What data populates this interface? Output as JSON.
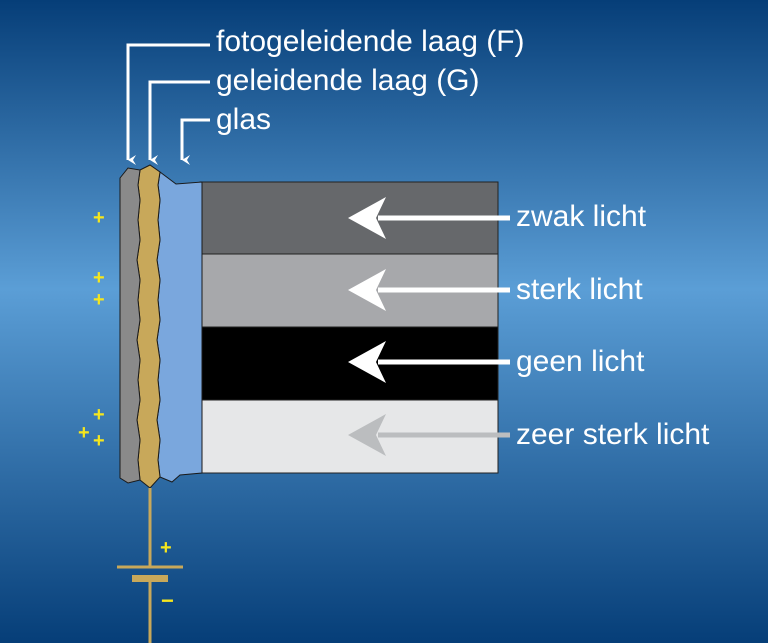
{
  "layer_labels": {
    "photoconductive": "fotogeleidende laag (F)",
    "conductive": "geleidende laag (G)",
    "glass": "glas"
  },
  "light_labels": {
    "weak": "zwak licht",
    "strong": "sterk licht",
    "none": "geen licht",
    "very_strong": "zeer sterk licht"
  },
  "charges": {
    "plus": "+",
    "minus": "−"
  },
  "colors": {
    "background_edge": "#063e78",
    "background_center": "#5b9ed6",
    "layer_photoconductive": "#8a8a8a",
    "layer_conductive": "#c8a85a",
    "layer_glass": "#7aa7dd",
    "band_weak": "#66686b",
    "band_strong": "#a7a8ab",
    "band_none": "#000000",
    "band_very_strong": "#e6e7e8",
    "arrow": "#ffffff",
    "arrow_faint": "#bbbdbf",
    "charge": "#f5e61e",
    "wire": "#c8a85a"
  }
}
